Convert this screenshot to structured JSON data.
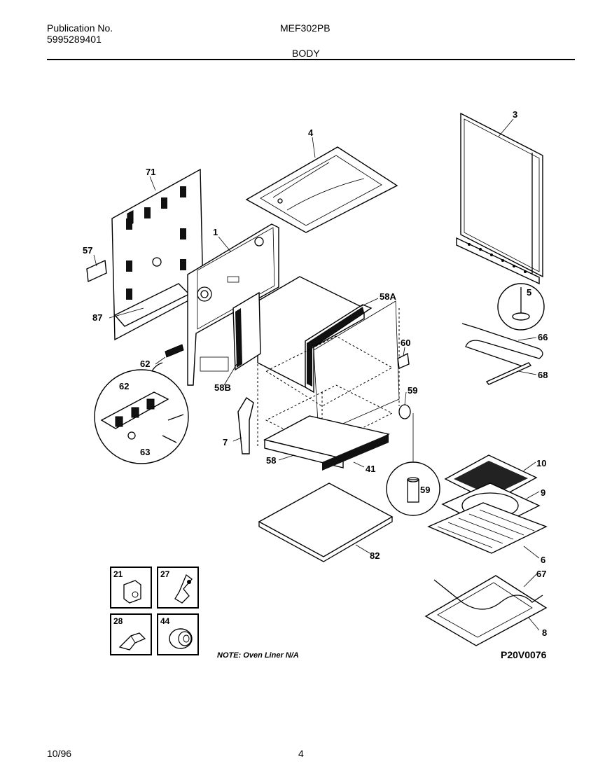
{
  "header": {
    "publication_label": "Publication No.",
    "publication_number": "5995289401",
    "model": "MEF302PB",
    "section": "BODY"
  },
  "callouts": [
    "3",
    "4",
    "71",
    "1",
    "57",
    "87",
    "58A",
    "5",
    "66",
    "68",
    "60",
    "62",
    "62",
    "63",
    "58B",
    "59",
    "7",
    "58",
    "41",
    "10",
    "59",
    "9",
    "82",
    "6",
    "67",
    "8"
  ],
  "legend_boxes": [
    {
      "number": "21",
      "icon": "clip-part-icon"
    },
    {
      "number": "27",
      "icon": "bracket-part-icon"
    },
    {
      "number": "28",
      "icon": "spring-clip-part-icon"
    },
    {
      "number": "44",
      "icon": "knob-part-icon"
    }
  ],
  "note": "NOTE:  Oven Liner N/A",
  "diagram_code": "P20V0076",
  "footer": {
    "date": "10/96",
    "page": "4"
  }
}
